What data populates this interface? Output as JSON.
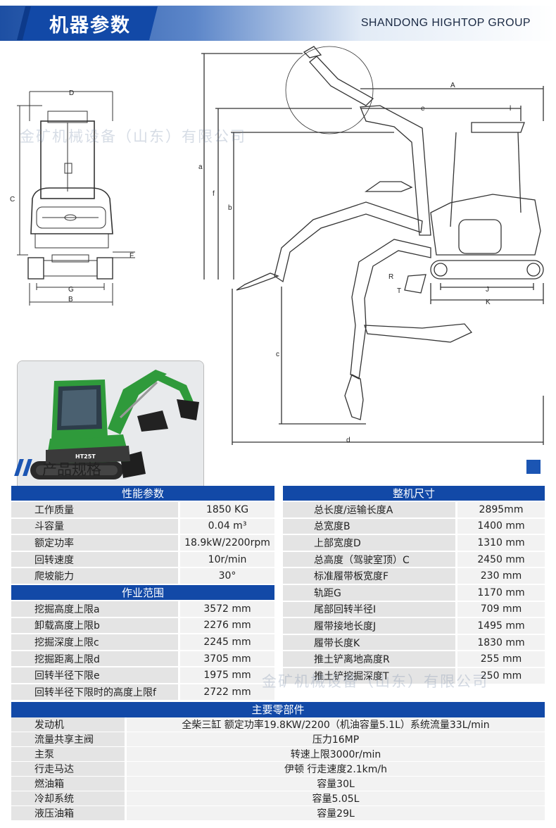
{
  "header": {
    "title": "机器参数",
    "group": "SHANDONG HIGHTOP GROUP"
  },
  "watermark": "金矿机械设备（山东）有限公司",
  "drawing": {
    "dims": [
      "A",
      "e",
      "l",
      "D",
      "C",
      "F",
      "G",
      "B",
      "a",
      "f",
      "b",
      "c",
      "R",
      "T",
      "J",
      "K",
      "d"
    ],
    "photo_badge": "HT25T"
  },
  "section": {
    "title": "产品规格"
  },
  "performance": {
    "header": "性能参数",
    "rows": [
      {
        "label": "工作质量",
        "value": "1850 KG"
      },
      {
        "label": "斗容量",
        "value": "0.04 m³"
      },
      {
        "label": "额定功率",
        "value": "18.9kW/2200rpm"
      },
      {
        "label": "回转速度",
        "value": "10r/min"
      },
      {
        "label": "爬坡能力",
        "value": "30°"
      }
    ]
  },
  "working_range": {
    "header": "作业范围",
    "rows": [
      {
        "label": "挖掘高度上限a",
        "value": "3572 mm"
      },
      {
        "label": "卸载高度上限b",
        "value": "2276 mm"
      },
      {
        "label": "挖掘深度上限c",
        "value": "2245 mm"
      },
      {
        "label": "挖掘距离上限d",
        "value": "3705 mm"
      },
      {
        "label": "回转半径下限e",
        "value": "1975 mm"
      },
      {
        "label": "回转半径下限时的高度上限f",
        "value": "2722 mm"
      }
    ]
  },
  "dimensions": {
    "header": "整机尺寸",
    "rows": [
      {
        "label": "总长度/运输长度A",
        "value": "2895mm"
      },
      {
        "label": "总宽度B",
        "value": "1400 mm"
      },
      {
        "label": "上部宽度D",
        "value": "1310 mm"
      },
      {
        "label": "总高度（驾驶室顶）C",
        "value": "2450 mm"
      },
      {
        "label": "标准履带板宽度F",
        "value": "230 mm"
      },
      {
        "label": "轨距G",
        "value": "1170 mm"
      },
      {
        "label": "尾部回转半径I",
        "value": "709 mm"
      },
      {
        "label": "履带接地长度J",
        "value": "1495 mm"
      },
      {
        "label": "履带长度K",
        "value": "1830 mm"
      },
      {
        "label": "推土铲离地高度R",
        "value": "255 mm"
      },
      {
        "label": "推土铲挖掘深度T",
        "value": "250 mm"
      }
    ]
  },
  "components": {
    "header": "主要零部件",
    "rows": [
      {
        "label": "发动机",
        "value": "全柴三缸  额定功率19.8KW/2200（机油容量5.1L）系统流量33L/min"
      },
      {
        "label": "流量共享主阀",
        "value": "压力16MP"
      },
      {
        "label": "主泵",
        "value": "转速上限3000r/min"
      },
      {
        "label": "行走马达",
        "value": "伊顿  行走速度2.1km/h"
      },
      {
        "label": "燃油箱",
        "value": "容量30L"
      },
      {
        "label": "冷却系统",
        "value": "容量5.05L"
      },
      {
        "label": "液压油箱",
        "value": "容量29L"
      }
    ]
  },
  "colors": {
    "brand_blue": "#1249a7",
    "machine_green": "#2f9a3b"
  }
}
